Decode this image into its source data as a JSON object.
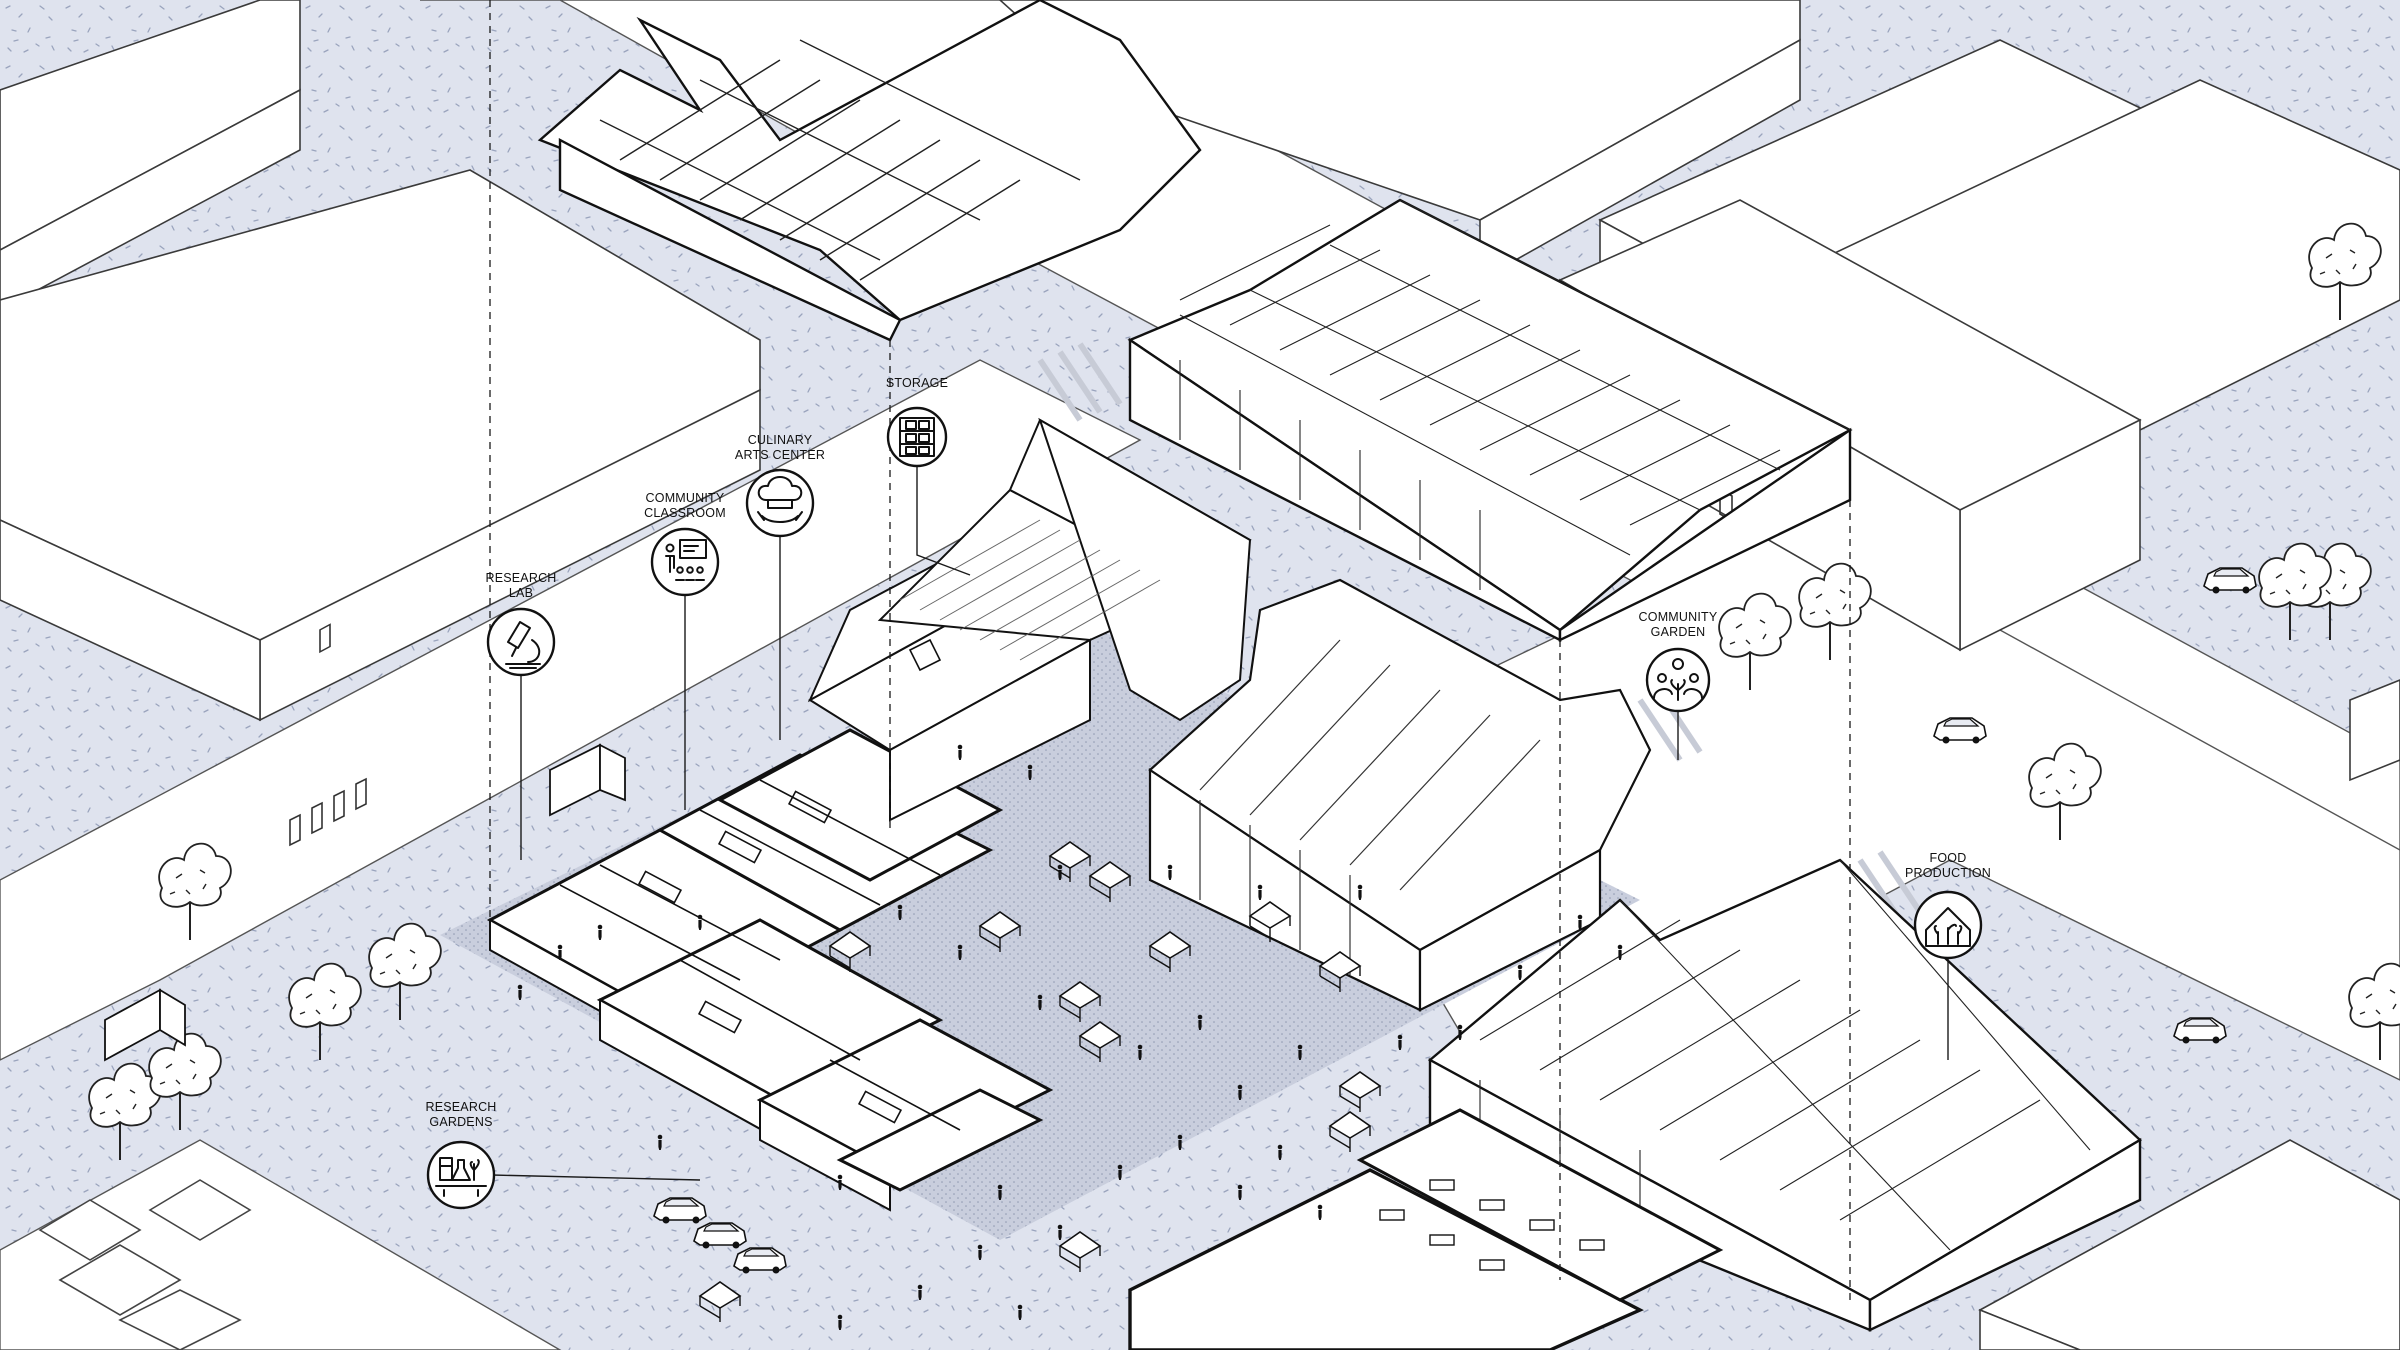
{
  "colors": {
    "ground": "#dfe3ee",
    "ground_speckle": "#9aa4bd",
    "plaza": "#c9cedd",
    "building": "#ffffff",
    "linework": "#1a1a1a"
  },
  "callouts": [
    {
      "id": "storage",
      "lines": [
        "STORAGE"
      ],
      "icon": "storage-shelves-icon"
    },
    {
      "id": "culinary",
      "lines": [
        "CULINARY",
        "ARTS CENTER"
      ],
      "icon": "chef-hat-icon"
    },
    {
      "id": "classroom",
      "lines": [
        "COMMUNITY",
        "CLASSROOM"
      ],
      "icon": "teacher-board-icon"
    },
    {
      "id": "lab",
      "lines": [
        "RESEARCH",
        "LAB"
      ],
      "icon": "microscope-icon"
    },
    {
      "id": "garden",
      "lines": [
        "COMMUNITY",
        "GARDEN"
      ],
      "icon": "people-plant-icon"
    },
    {
      "id": "food",
      "lines": [
        "FOOD",
        "PRODUCTION"
      ],
      "icon": "greenhouse-plant-icon"
    },
    {
      "id": "gardens",
      "lines": [
        "RESEARCH",
        "GARDENS"
      ],
      "icon": "lab-flasks-icon"
    }
  ]
}
